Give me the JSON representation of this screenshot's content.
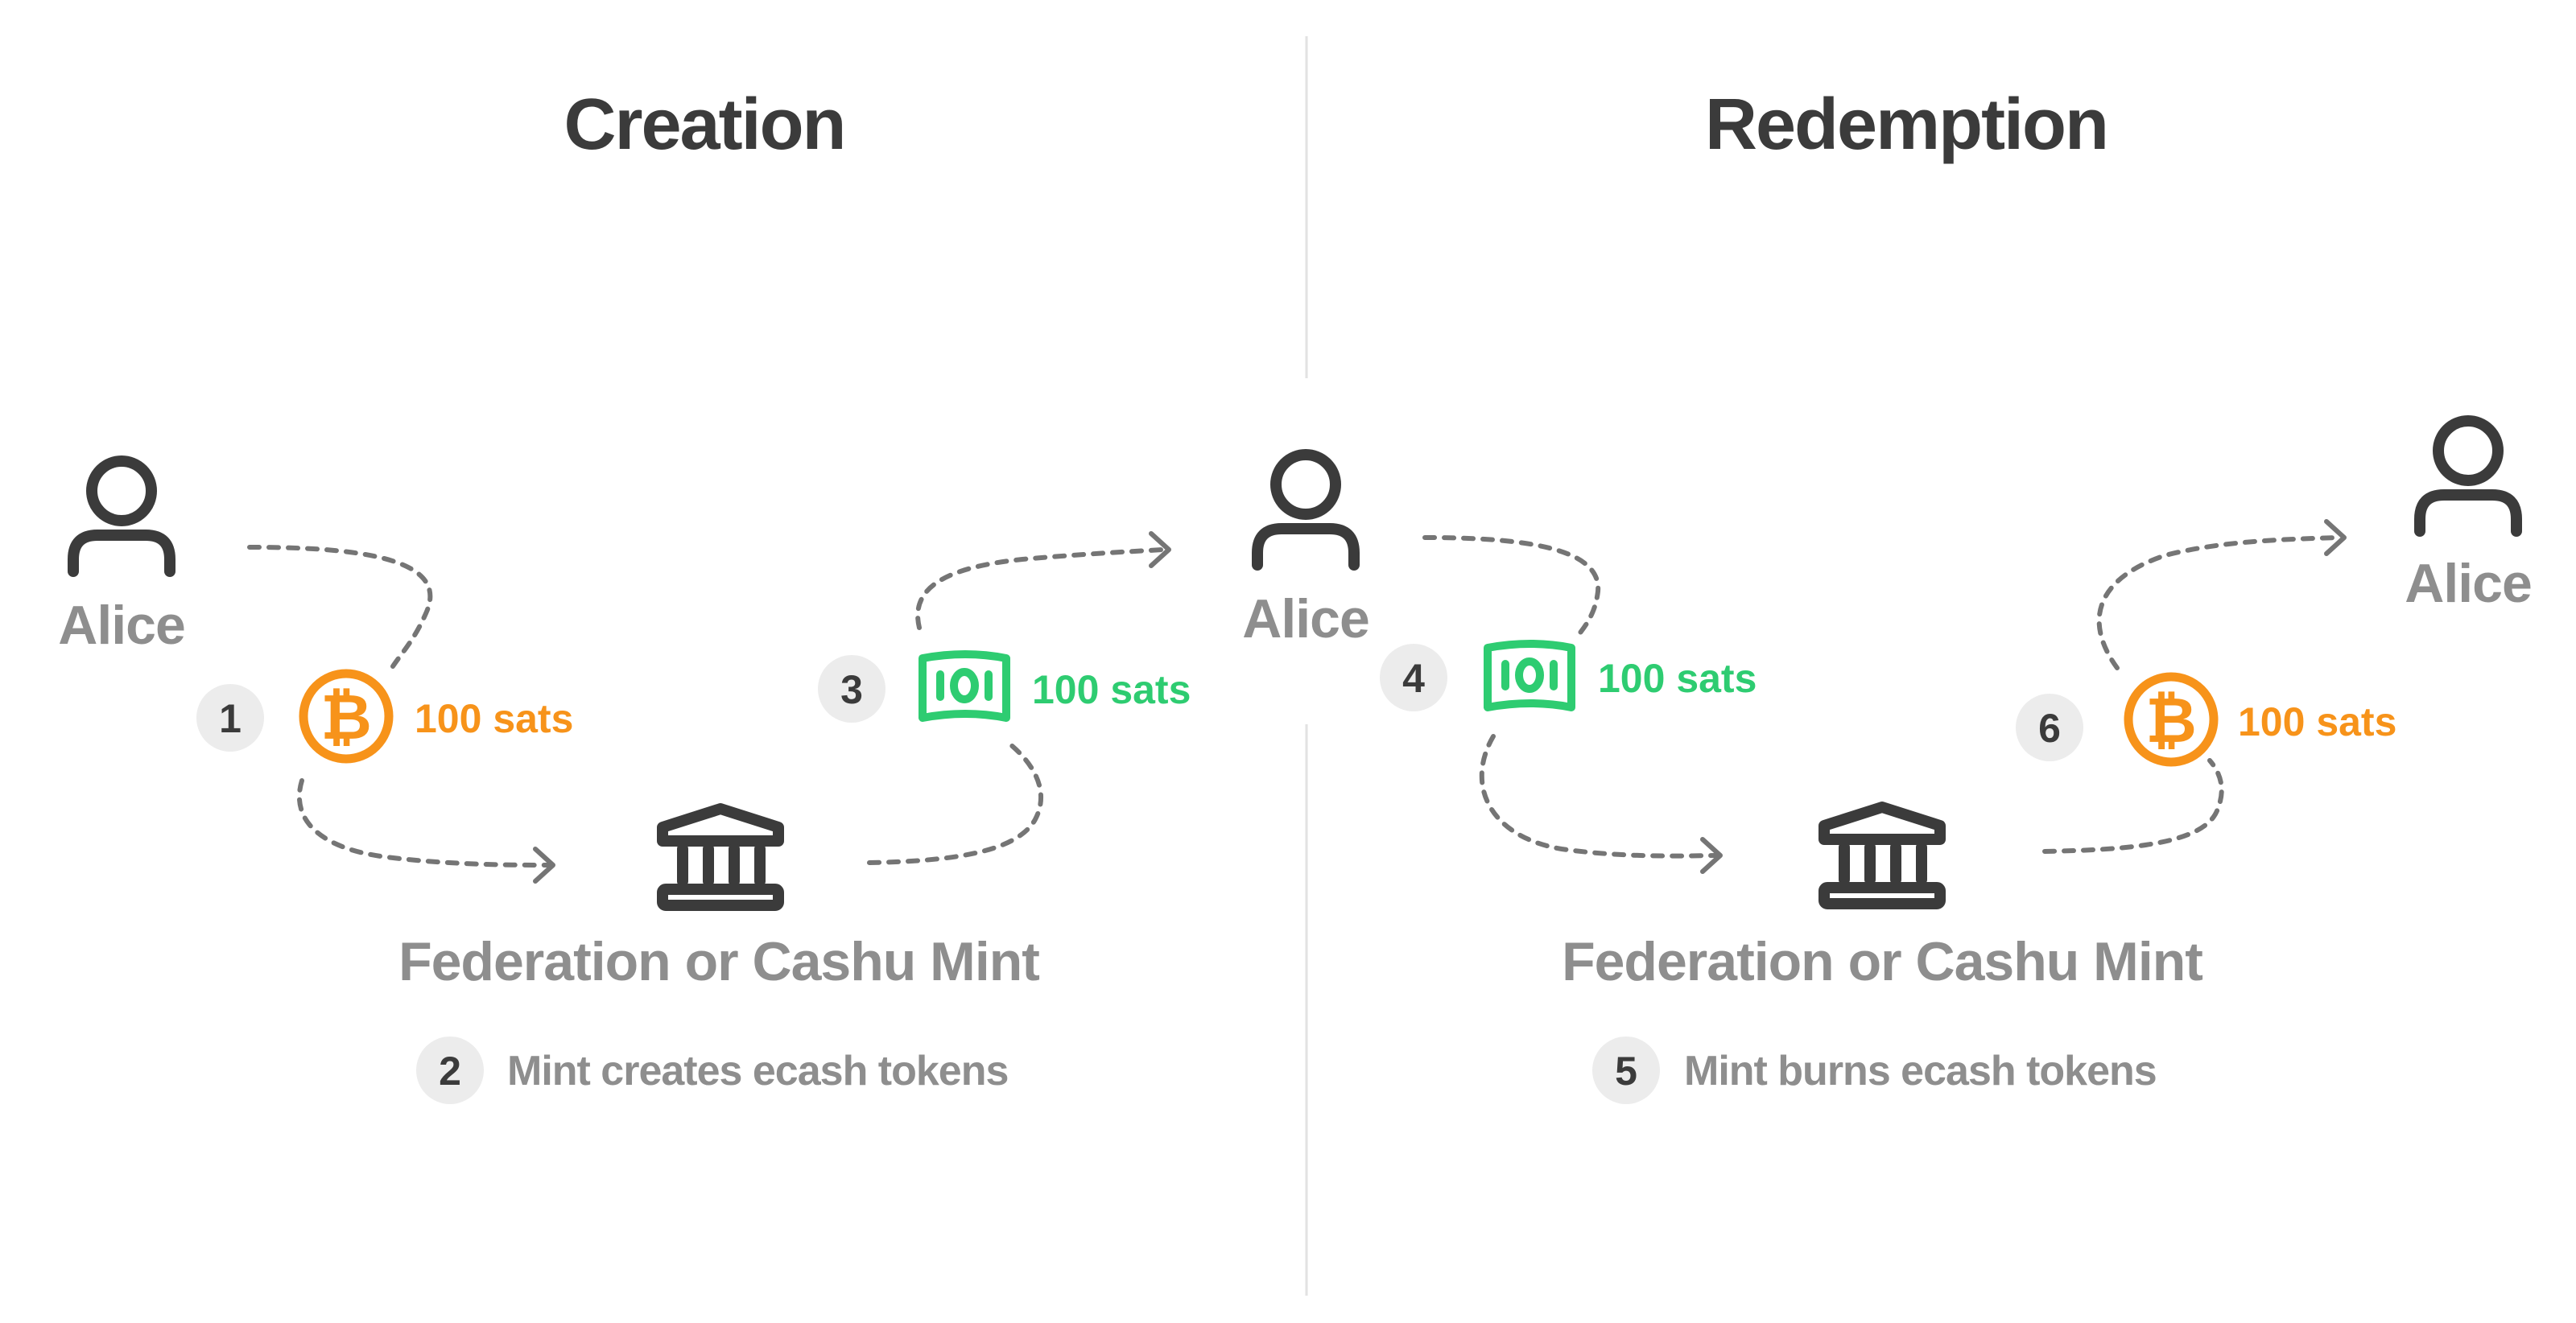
{
  "sections": {
    "creation": {
      "title": "Creation"
    },
    "redemption": {
      "title": "Redemption"
    }
  },
  "actors": {
    "alice_creation": "Alice",
    "alice_middle": "Alice",
    "alice_redemption": "Alice"
  },
  "mints": {
    "creation": "Federation or Cashu Mint",
    "redemption": "Federation or Cashu Mint"
  },
  "steps": [
    {
      "num": "1",
      "amount": "100 sats",
      "asset": "bitcoin-icon"
    },
    {
      "num": "2",
      "text": "Mint creates ecash tokens"
    },
    {
      "num": "3",
      "amount": "100 sats",
      "asset": "ecash-note-icon"
    },
    {
      "num": "4",
      "amount": "100 sats",
      "asset": "ecash-note-icon"
    },
    {
      "num": "5",
      "text": "Mint burns ecash tokens"
    },
    {
      "num": "6",
      "amount": "100 sats",
      "asset": "bitcoin-icon"
    }
  ],
  "colors": {
    "bitcoin": "#f7931a",
    "ecash": "#2ecc71",
    "icon": "#3b3b3b",
    "label": "#8e8e8e",
    "flow": "#757575"
  }
}
